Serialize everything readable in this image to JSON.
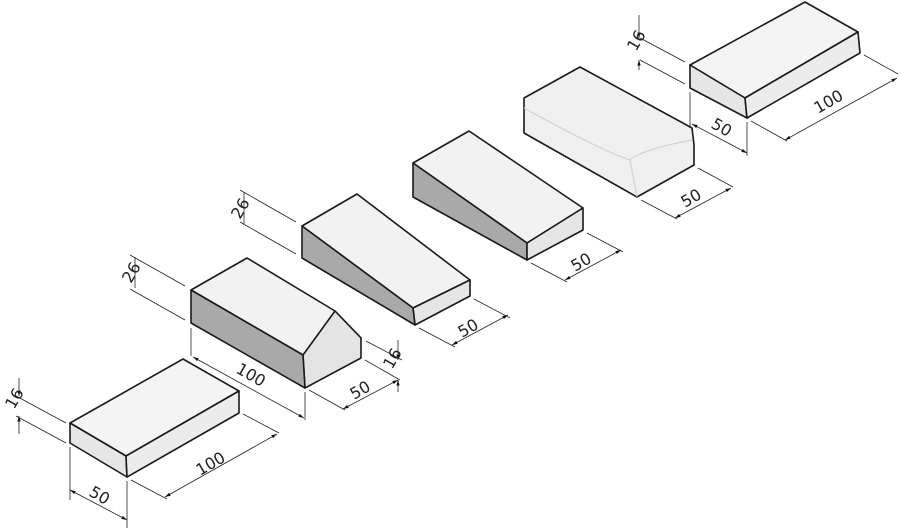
{
  "title": "Curb block variants with dimensions",
  "colors": {
    "top": "#f4f4f4",
    "side_light": "#e2e2e2",
    "side_dark": "#a9a9a9",
    "line": "#1a1a1a"
  },
  "blocks": [
    {
      "height": "16",
      "width": "50",
      "length": "100"
    },
    {
      "height_back": "26",
      "height_front": "16",
      "width": "50",
      "length": "100"
    },
    {
      "height": "26",
      "width": "50"
    },
    {
      "width": "50"
    },
    {
      "width": "50"
    },
    {
      "height": "16",
      "width": "50",
      "length": "100"
    }
  ]
}
